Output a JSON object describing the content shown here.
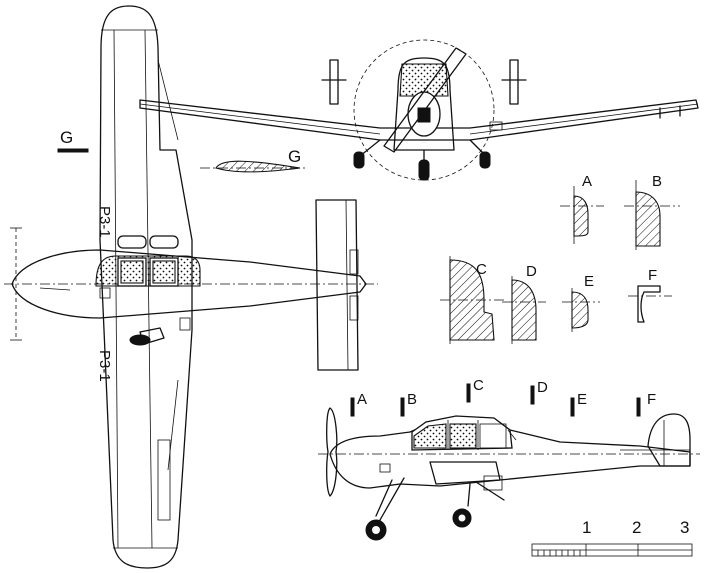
{
  "labels": {
    "wing_section": "G",
    "wing_section_marker": "G",
    "sections": {
      "A": "A",
      "B": "B",
      "C": "C",
      "D": "D",
      "E": "E",
      "F": "F"
    },
    "side_view_markers": [
      "A",
      "B",
      "C",
      "D",
      "E",
      "F"
    ],
    "wing_markings": {
      "upper": "P3-1",
      "lower": "P3-1"
    }
  },
  "scale_bar": {
    "ticks": [
      "1",
      "2",
      "3"
    ]
  }
}
